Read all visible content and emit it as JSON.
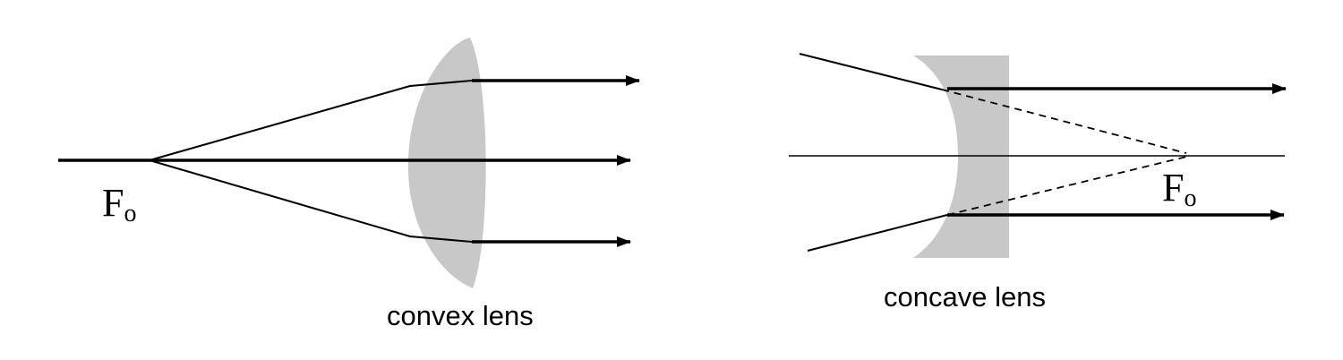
{
  "convex": {
    "focal_label_main": "F",
    "focal_label_sub": "o",
    "caption": "convex lens"
  },
  "concave": {
    "focal_label_main": "F",
    "focal_label_sub": "o",
    "caption": "concave lens"
  },
  "colors": {
    "lens_fill": "#c8c8c8",
    "ray": "#000000"
  }
}
